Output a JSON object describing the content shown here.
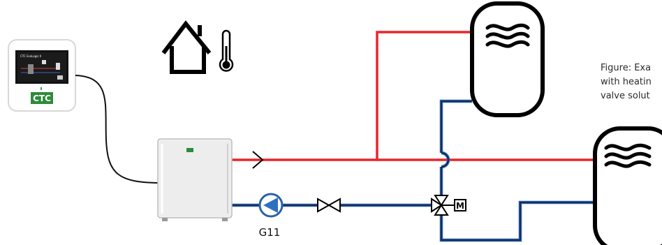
{
  "caption": {
    "line1": "Figure: Exa",
    "line2": "with heatin",
    "line3": "valve solut"
  },
  "controller": {
    "screen_title": "CTC EcoLogic II",
    "logo_text": "CTC"
  },
  "pump": {
    "label": "G11"
  },
  "valve": {
    "actuator_letter": "M"
  },
  "colors": {
    "supply": "#e8262a",
    "return": "#2b5fad",
    "pump_fill": "#2f6fc0",
    "logo_green": "#2e8b3a",
    "outline": "#000000"
  }
}
